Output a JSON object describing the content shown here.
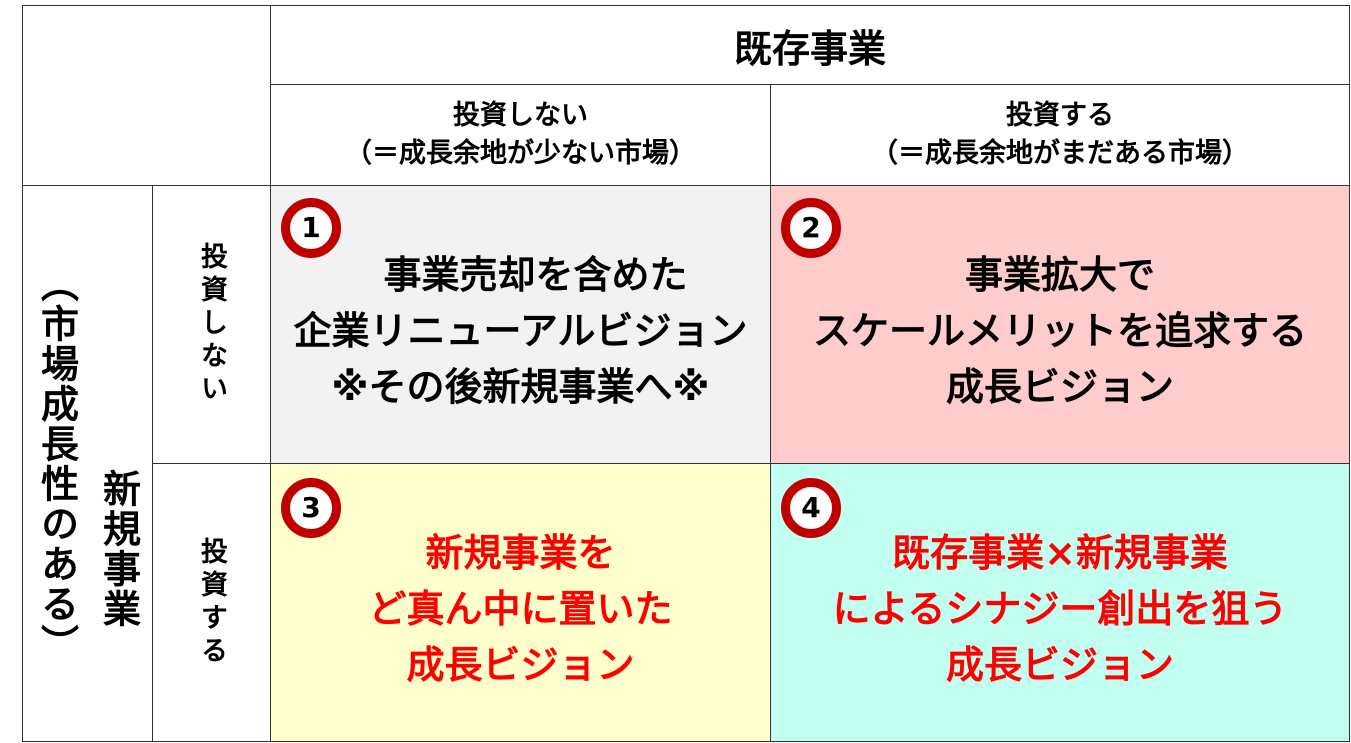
{
  "header": {
    "title": "既存事業"
  },
  "columns": [
    {
      "line1": "投資しない",
      "line2": "（＝成長余地が少ない市場）"
    },
    {
      "line1": "投資する",
      "line2": "（＝成長余地がまだある市場）"
    }
  ],
  "row_header": {
    "title": "新規事業",
    "subtitle": "（市場成長性のある）"
  },
  "rows": [
    {
      "label": "投資しない"
    },
    {
      "label": "投資する"
    }
  ],
  "cells": [
    {
      "number": "1",
      "lines": [
        "事業売却を含めた",
        "企業リニューアルビジョン",
        "※その後新規事業へ※"
      ],
      "bg": "#f2f2f2",
      "text_color": "#000000"
    },
    {
      "number": "2",
      "lines": [
        "事業拡大で",
        "スケールメリットを追求する",
        "成長ビジョン"
      ],
      "bg": "#ffcccc",
      "text_color": "#000000"
    },
    {
      "number": "3",
      "lines": [
        "新規事業を",
        "ど真ん中に置いた",
        "成長ビジョン"
      ],
      "bg": "#ffffcc",
      "text_color": "#ff0000"
    },
    {
      "number": "4",
      "lines": [
        "既存事業×新規事業",
        "によるシナジー創出を狙う",
        "成長ビジョン"
      ],
      "bg": "#c3fff0",
      "text_color": "#ff0000"
    }
  ],
  "colors": {
    "circle_border": "#c00000",
    "grid": "#333333"
  }
}
